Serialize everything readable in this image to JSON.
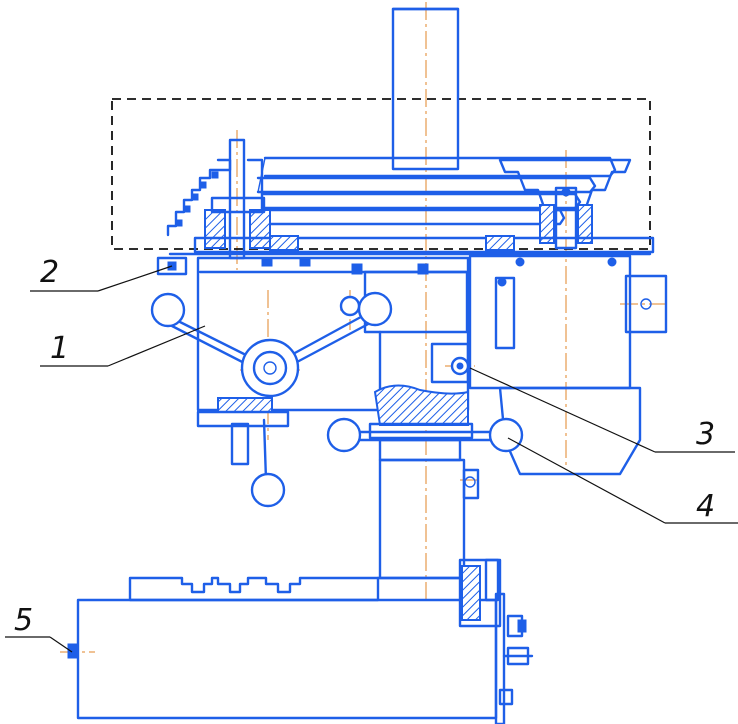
{
  "callouts": [
    {
      "id": "1",
      "label": "1"
    },
    {
      "id": "2",
      "label": "2"
    },
    {
      "id": "3",
      "label": "3"
    },
    {
      "id": "4",
      "label": "4"
    },
    {
      "id": "5",
      "label": "5"
    }
  ],
  "colors": {
    "drawing_lines": "#1e5fe8",
    "center_lines": "#e0862a",
    "leaders_and_labels": "#111111",
    "background": "#ffffff"
  }
}
